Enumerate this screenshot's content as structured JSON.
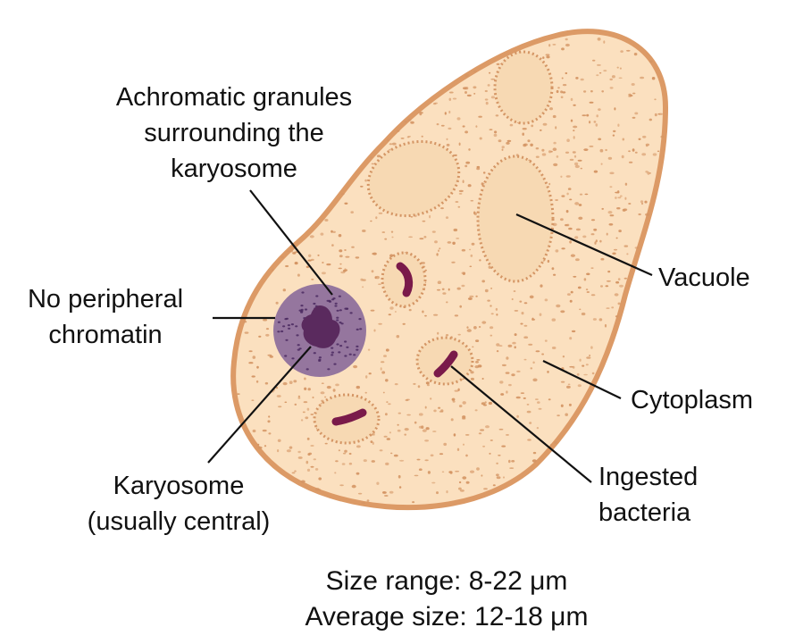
{
  "colors": {
    "cytoplasm_fill": "#fbe0bf",
    "cell_outline": "#dc9a66",
    "granule": "#d49564",
    "vacuole_fill": "#f7d9b3",
    "nucleus_fill": "#8a6a9a",
    "karyosome": "#5a2a5e",
    "bacteria": "#7a1a4a",
    "leader": "#111111"
  },
  "labels": {
    "achromatic": [
      "Achromatic granules",
      "surrounding the",
      "karyosome"
    ],
    "no_peripheral": [
      "No peripheral",
      "chromatin"
    ],
    "karyosome": [
      "Karyosome",
      "(usually central)"
    ],
    "vacuole": "Vacuole",
    "cytoplasm": "Cytoplasm",
    "ingested": [
      "Ingested",
      "bacteria"
    ]
  },
  "caption": {
    "size_range": "Size range: 8-22 μm",
    "average_size": "Average size: 12-18 μm"
  }
}
